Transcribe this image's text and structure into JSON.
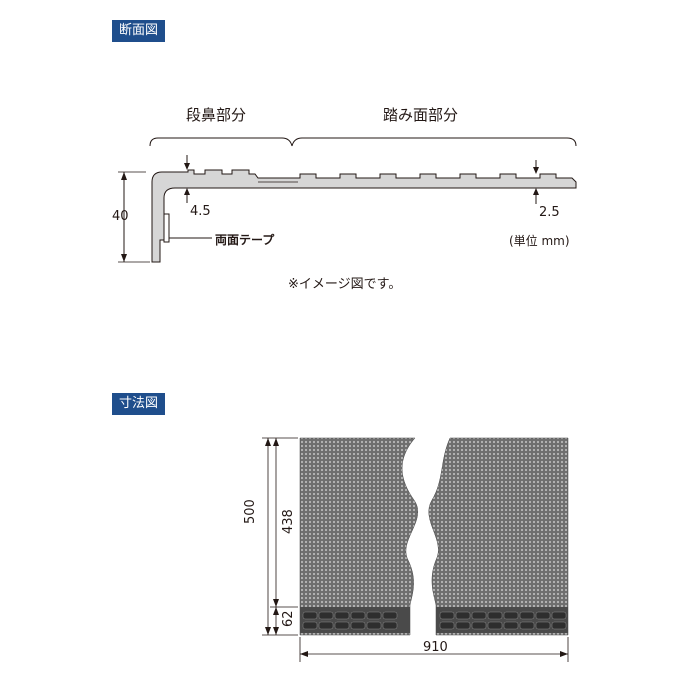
{
  "cross_section": {
    "tag": "断面図",
    "nosing_label": "段鼻部分",
    "tread_label": "踏み面部分",
    "height_value": "40",
    "nosing_thickness": "4.5",
    "tread_thickness": "2.5",
    "tape_label": "両面テープ",
    "unit_label": "(単位 mm)",
    "note": "※イメージ図です。"
  },
  "dimension": {
    "tag": "寸法図",
    "total_depth": "500",
    "tread_depth": "438",
    "nosing_depth": "62",
    "width": "910"
  },
  "colors": {
    "tag_bg": "#1f4e8c",
    "profile_fill": "#d6d6d6",
    "mat_fill": "#8a8a8a",
    "nosing_fill": "#4a4a4a"
  }
}
